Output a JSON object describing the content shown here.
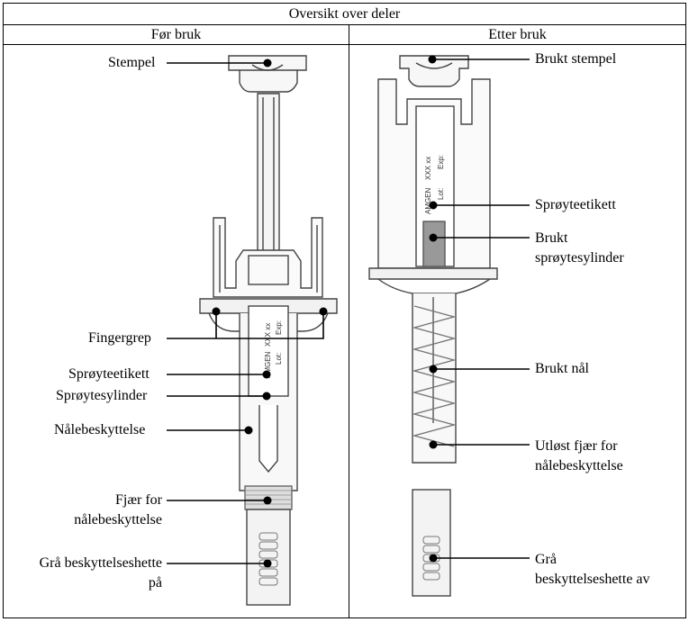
{
  "title": "Oversikt over deler",
  "columns": {
    "before": "Før bruk",
    "after": "Etter bruk"
  },
  "left_labels": {
    "plunger": "Stempel",
    "finger_grip": "Fingergrep",
    "syringe_label": "Sprøyteetikett",
    "syringe_barrel": "Sprøytesylinder",
    "needle_guard": "Nålebeskyttelse",
    "needle_guard_spring_1": "Fjær for",
    "needle_guard_spring_2": "nålebeskyttelse",
    "grey_cap_1": "Grå beskyttelseshette",
    "grey_cap_2": "på"
  },
  "right_labels": {
    "used_plunger": "Brukt stempel",
    "syringe_label": "Sprøyteetikett",
    "used_barrel_1": "Brukt",
    "used_barrel_2": "sprøytesylinder",
    "used_needle": "Brukt nål",
    "released_spring_1": "Utløst fjær for",
    "released_spring_2": "nålebeskyttelse",
    "grey_cap_off_1": "Grå",
    "grey_cap_off_2": "beskyttelseshette av"
  },
  "syringe_print": {
    "brand": "AMGEN",
    "model": "XXX xx",
    "exp": "Exp:",
    "lot": "Lot:"
  }
}
